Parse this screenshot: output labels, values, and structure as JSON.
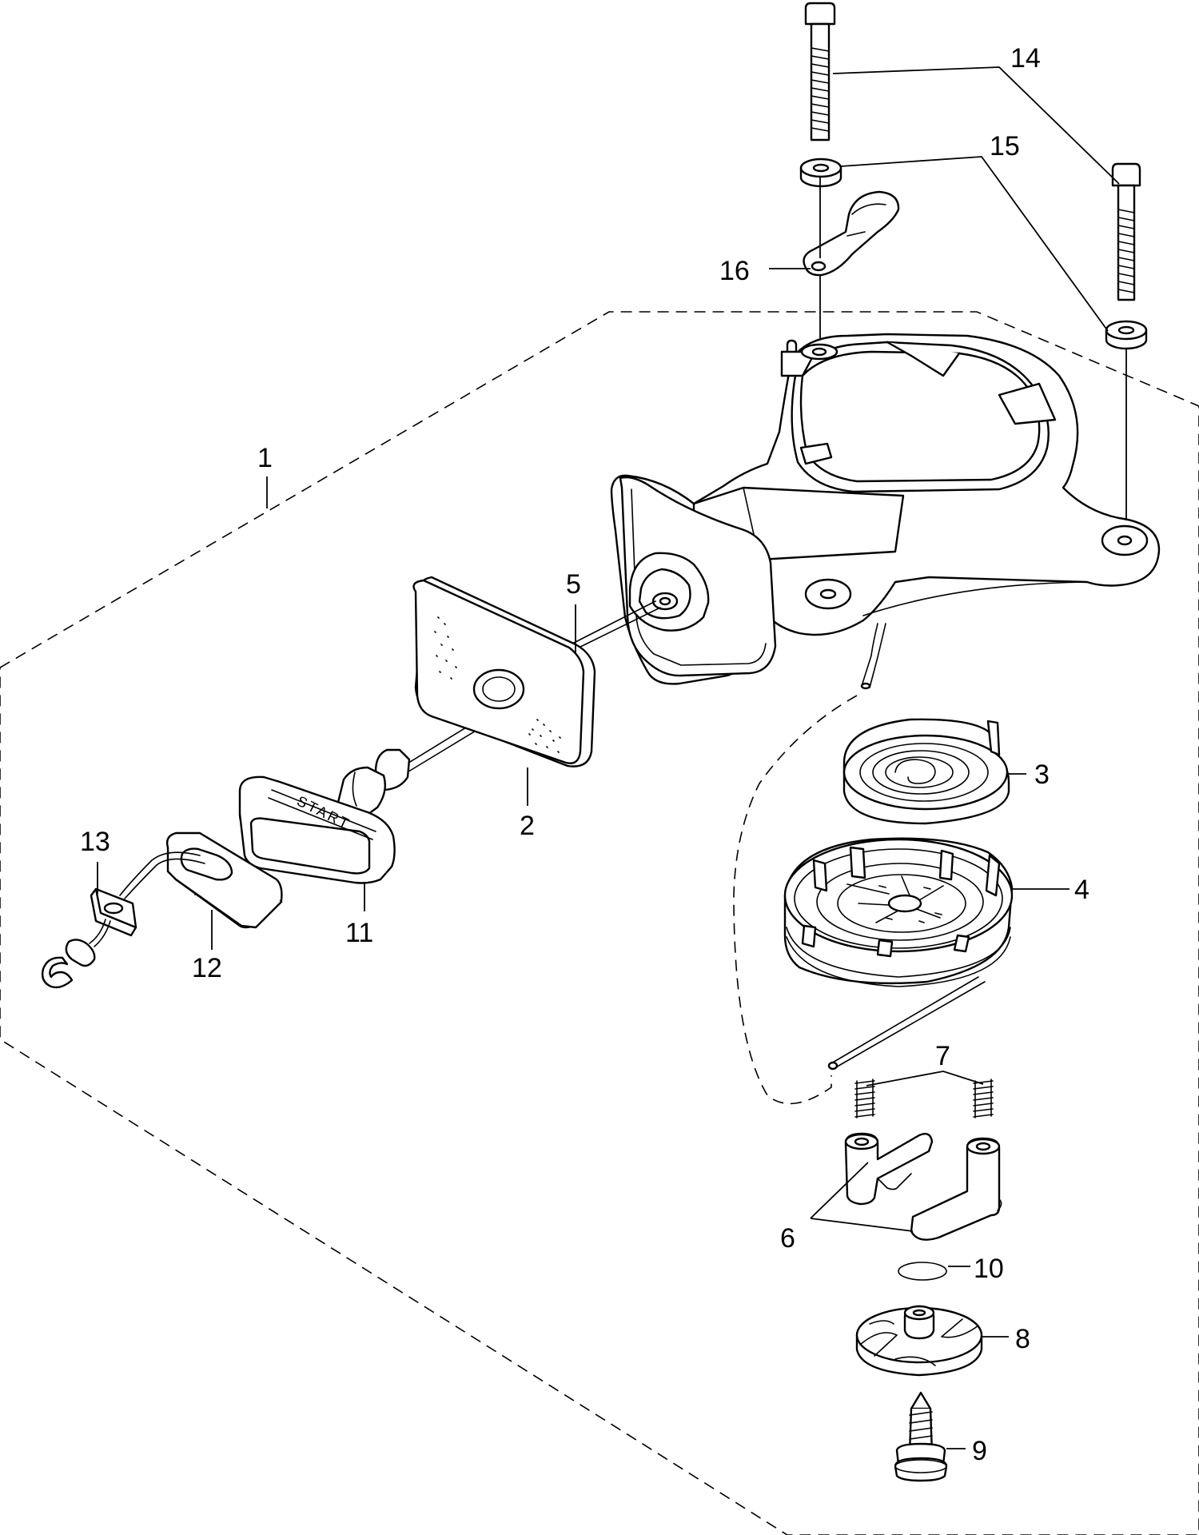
{
  "diagram": {
    "handle_text": "START",
    "callouts": {
      "c1": "1",
      "c2": "2",
      "c3": "3",
      "c4": "4",
      "c5": "5",
      "c6": "6",
      "c7": "7",
      "c8": "8",
      "c9": "9",
      "c10": "10",
      "c11": "11",
      "c12": "12",
      "c13": "13",
      "c14": "14",
      "c15": "15",
      "c16": "16"
    }
  }
}
